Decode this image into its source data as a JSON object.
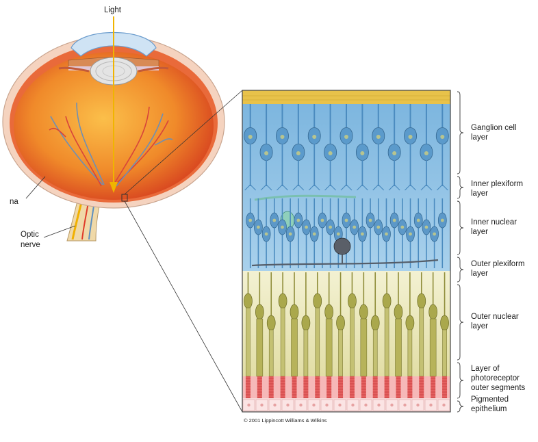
{
  "labels": {
    "light": "Light",
    "retina_partial": "na",
    "optic_nerve_line1": "Optic",
    "optic_nerve_line2": "nerve",
    "copyright": "© 2001 Lippincott Williams & Wilkins"
  },
  "layers": [
    {
      "id": "ganglion",
      "line1": "Ganglion cell",
      "line2": "layer"
    },
    {
      "id": "inner-plexiform",
      "line1": "Inner plexiform",
      "line2": "layer"
    },
    {
      "id": "inner-nuclear",
      "line1": "Inner nuclear",
      "line2": "layer"
    },
    {
      "id": "outer-plexiform",
      "line1": "Outer plexiform",
      "line2": "layer"
    },
    {
      "id": "outer-nuclear",
      "line1": "Outer nuclear",
      "line2": "layer"
    },
    {
      "id": "photoreceptor-outer-segments",
      "line1": "Layer of",
      "line2": "photoreceptor",
      "line3": "outer segments"
    },
    {
      "id": "pigmented-epithelium",
      "line1": "Pigmented",
      "line2": "epithelium"
    }
  ],
  "colors": {
    "sclera": "#f4cfb9",
    "vitreous": "#e0502a",
    "vitreous_light": "#f6a23a",
    "lens": "#dcdcdc",
    "light_arrow": "#f0b400",
    "nerve_fiber_band": "#e8c24a",
    "blue_region": "#8fc2e3",
    "yellow_region": "#e6e3b0",
    "red_segments": "#f08a8a",
    "pink_epithelium": "#f7d5d5",
    "neuron_blue": "#4b8bbf",
    "receptor_olive": "#aaa84c",
    "photo_red": "#e04848"
  }
}
